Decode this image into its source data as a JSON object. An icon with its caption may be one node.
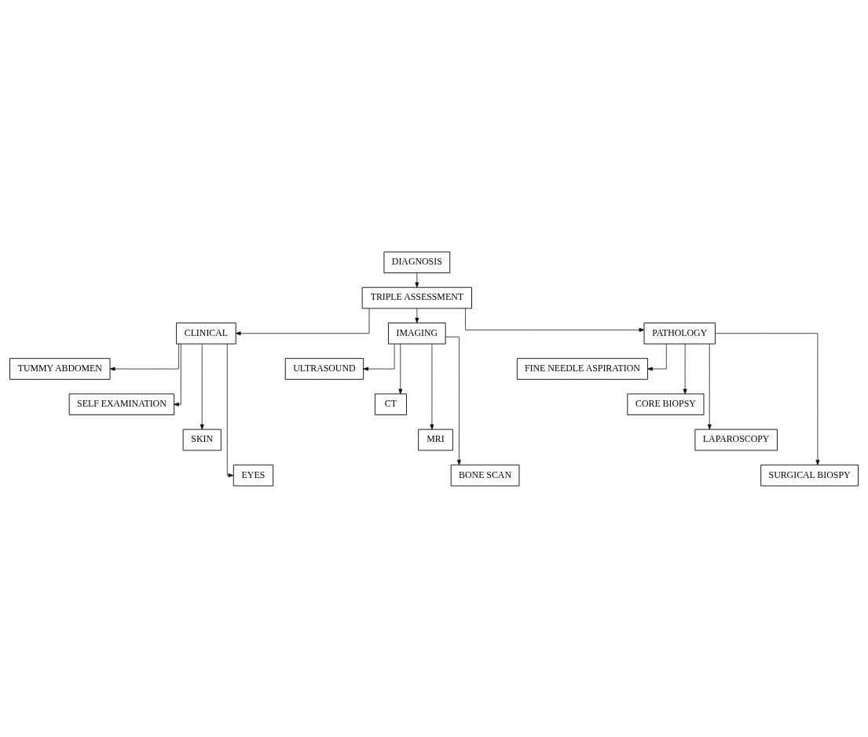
{
  "diagram": {
    "nodes": [
      {
        "text": [
          "DIAGNOSIS"
        ]
      },
      {
        "text": [
          "TRIPLE ASSESSMENT"
        ]
      },
      {
        "text": [
          "CLINICAL"
        ]
      },
      {
        "text": [
          "IMAGING"
        ]
      },
      {
        "text": [
          "PATHOLOGY"
        ]
      },
      {
        "text": [
          "TUMMY ABDOMEN"
        ]
      },
      {
        "text": [
          "SELF EXAMINATION"
        ]
      },
      {
        "text": [
          "SKIN"
        ]
      },
      {
        "text": [
          "EYES"
        ]
      },
      {
        "text": [
          "ULTRASOUND"
        ]
      },
      {
        "text": [
          "CT"
        ]
      },
      {
        "text": [
          "MRI"
        ]
      },
      {
        "text": [
          "BONE SCAN"
        ]
      },
      {
        "text": [
          "FINE NEEDLE ASPIRATION"
        ]
      },
      {
        "text": [
          "CORE BIOPSY"
        ]
      },
      {
        "text": [
          "LAPAROSCOPY"
        ]
      },
      {
        "text": [
          "SURGICAL BIOSPY"
        ]
      }
    ],
    "edges": [
      {
        "from": 0,
        "to": 1,
        "arrow": "to"
      },
      {
        "from": 1,
        "to": 2,
        "arrow": "to"
      },
      {
        "from": 1,
        "to": 3,
        "arrow": "to"
      },
      {
        "from": 1,
        "to": 4,
        "arrow": "to"
      },
      {
        "from": 2,
        "to": 5,
        "arrow": "to"
      },
      {
        "from": 2,
        "to": 6,
        "arrow": "to"
      },
      {
        "from": 2,
        "to": 7,
        "arrow": "to"
      },
      {
        "from": 2,
        "to": 8,
        "arrow": "to"
      },
      {
        "from": 3,
        "to": 9,
        "arrow": "to"
      },
      {
        "from": 3,
        "to": 10,
        "arrow": "to"
      },
      {
        "from": 3,
        "to": 11,
        "arrow": "to"
      },
      {
        "from": 3,
        "to": 12,
        "arrow": "to"
      },
      {
        "from": 4,
        "to": 13,
        "arrow": "to"
      },
      {
        "from": 4,
        "to": 14,
        "arrow": "to"
      },
      {
        "from": 4,
        "to": 15,
        "arrow": "to"
      },
      {
        "from": 4,
        "to": 16,
        "arrow": "to"
      }
    ]
  }
}
